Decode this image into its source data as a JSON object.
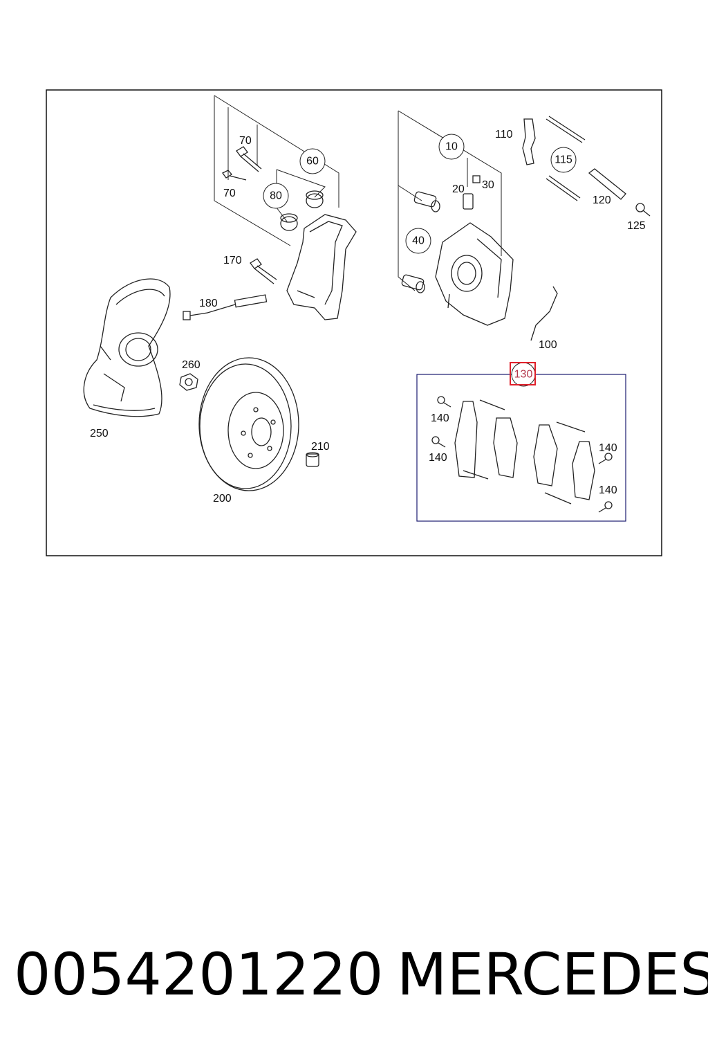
{
  "callouts": {
    "c10": "10",
    "c20": "20",
    "c30": "30",
    "c40": "40",
    "c60": "60",
    "c70a": "70",
    "c70b": "70",
    "c80": "80",
    "c100": "100",
    "c110": "110",
    "c115": "115",
    "c120": "120",
    "c125": "125",
    "c130": "130",
    "c140a": "140",
    "c140b": "140",
    "c140c": "140",
    "c140d": "140",
    "c170": "170",
    "c180": "180",
    "c200": "200",
    "c210": "210",
    "c250": "250",
    "c260": "260"
  },
  "highlighted_callout": "130",
  "highlight_color": "#e0202a",
  "caption": {
    "part_number": "0054201220",
    "brand": "MERCEDES"
  }
}
